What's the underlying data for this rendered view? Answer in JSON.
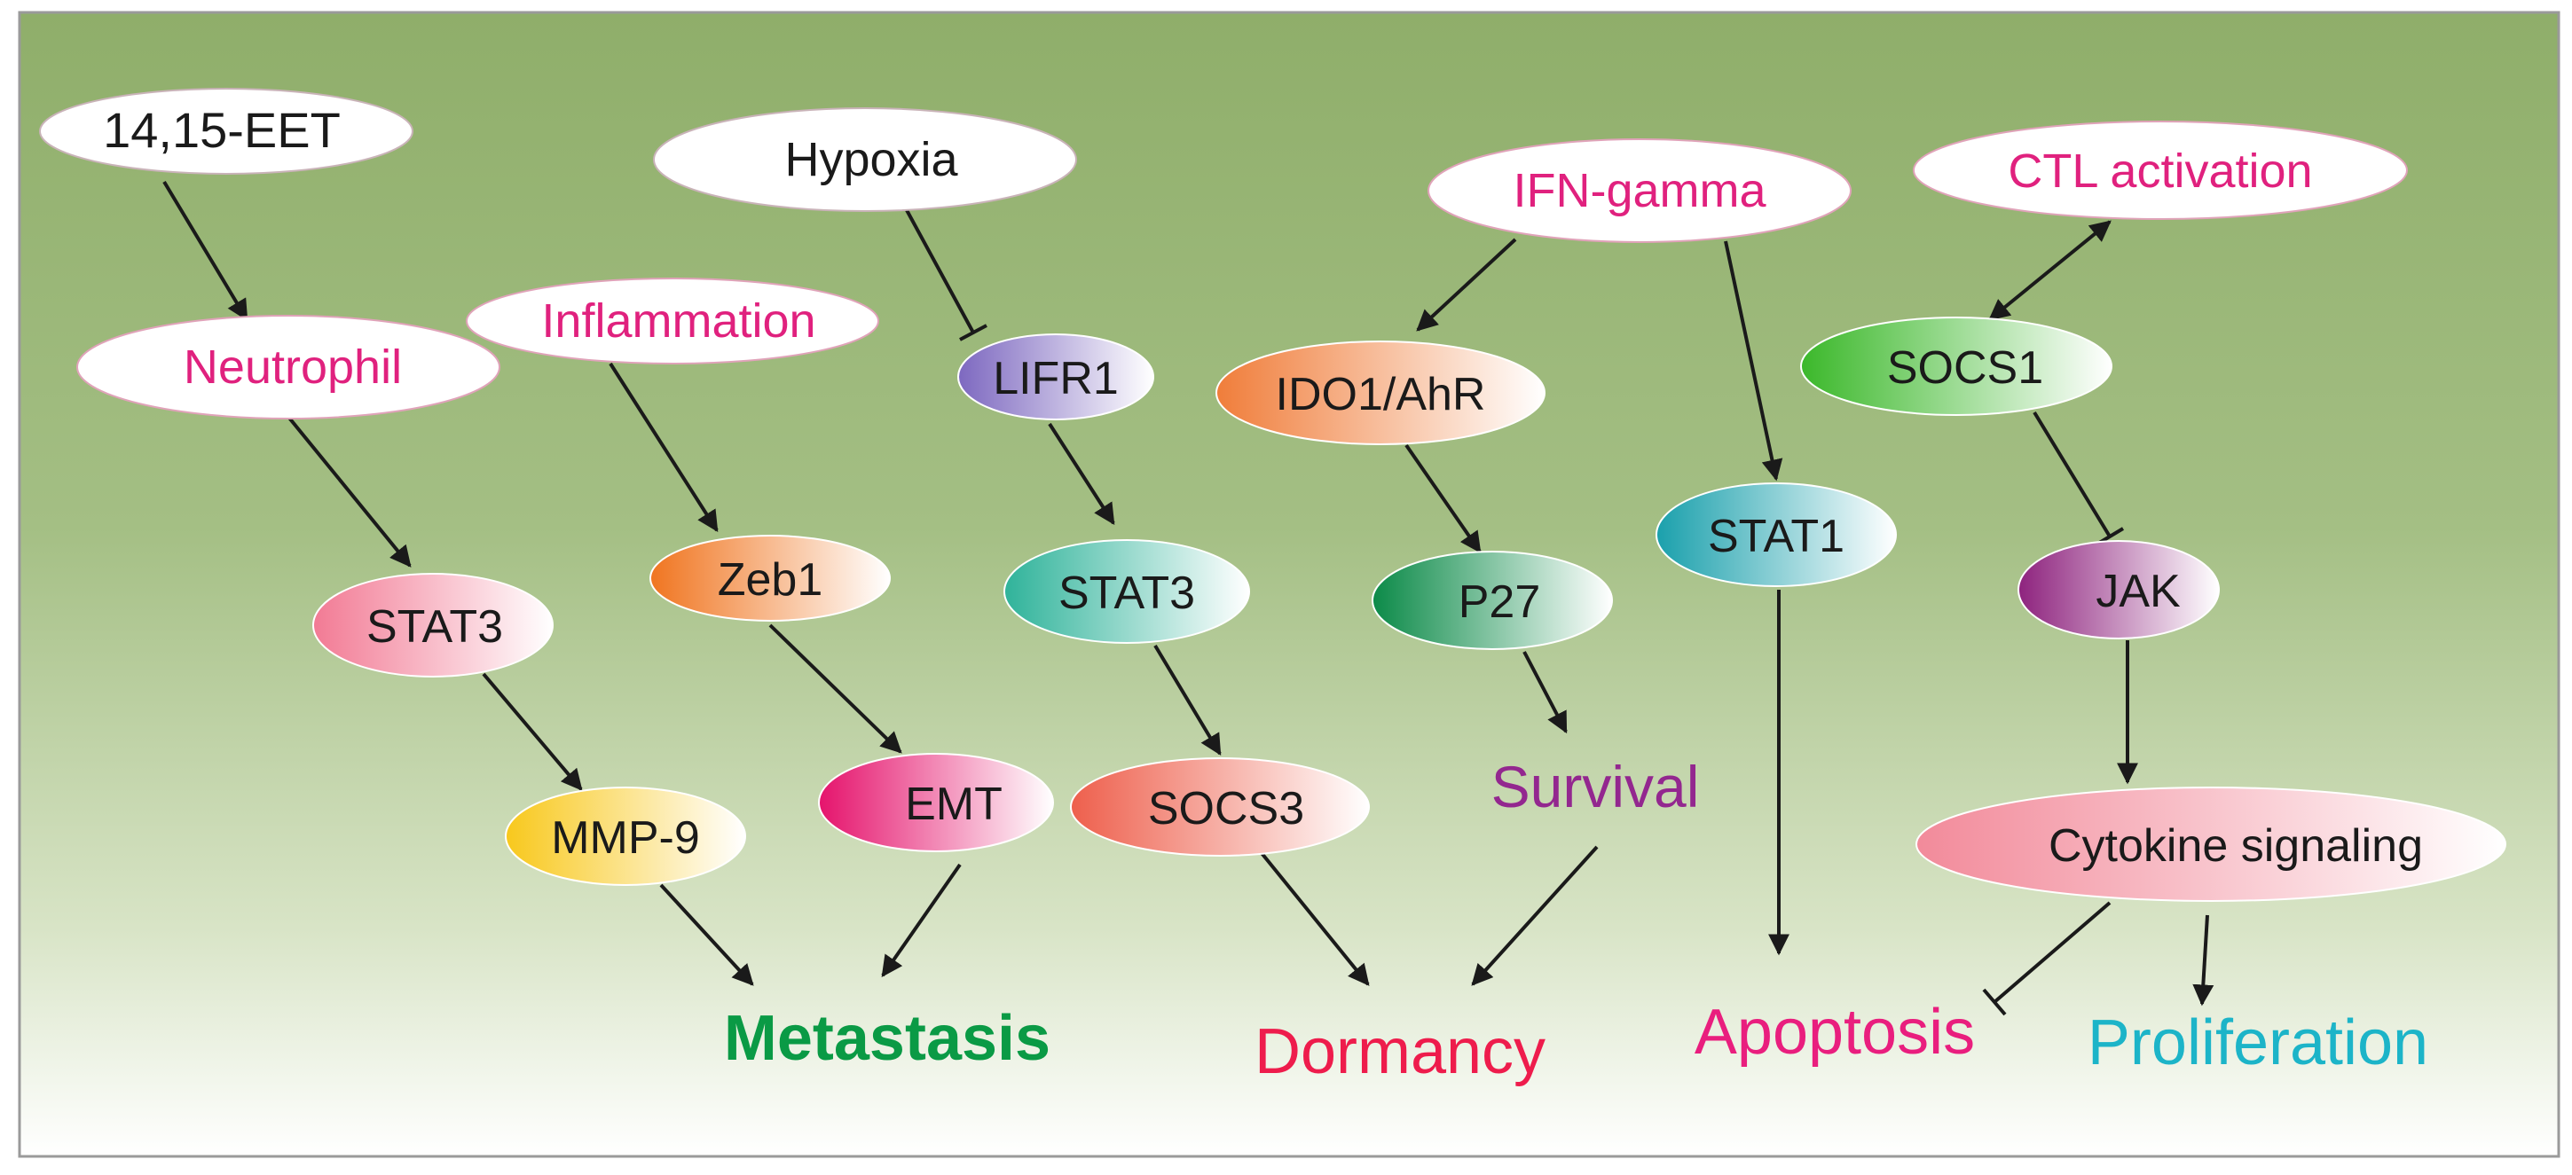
{
  "nodes": {
    "eet": "14,15-EET",
    "neutrophil": "Neutrophil",
    "inflammation": "Inflammation",
    "hypoxia": "Hypoxia",
    "lifr1": "LIFR1",
    "ifn": "IFN-gamma",
    "ctl": "CTL activation",
    "ido1": "IDO1/AhR",
    "socs1": "SOCS1",
    "stat3_left": "STAT3",
    "zeb1": "Zeb1",
    "stat3_mid": "STAT3",
    "p27": "P27",
    "stat1": "STAT1",
    "jak": "JAK",
    "mmp9": "MMP-9",
    "emt": "EMT",
    "socs3": "SOCS3",
    "cytokine": "Cytokine signaling"
  },
  "outcomes": {
    "survival": "Survival",
    "metastasis": "Metastasis",
    "dormancy": "Dormancy",
    "apoptosis": "Apoptosis",
    "proliferation": "Proliferation"
  },
  "colors": {
    "background_top": "#8fae6a",
    "background_bottom": "#ffffff",
    "magenta_text": "#e0217e",
    "metastasis": "#0a9a45",
    "dormancy": "#ee1c4c",
    "apoptosis": "#e91e7e",
    "proliferation": "#1cb4c8",
    "survival": "#93278f",
    "arrow": "#1a1a1a"
  }
}
